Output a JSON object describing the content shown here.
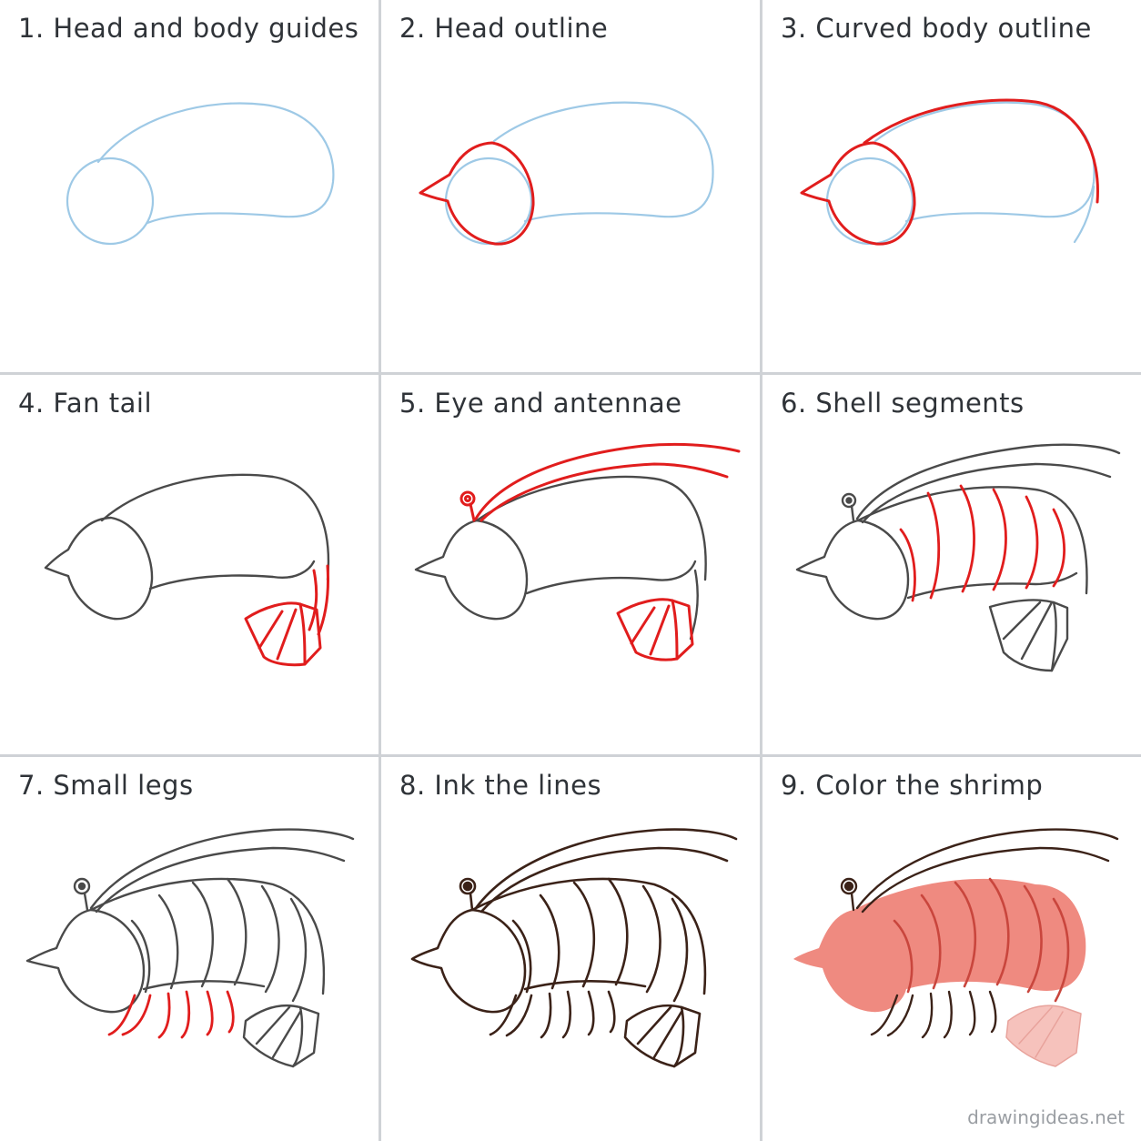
{
  "steps": [
    {
      "label": "1. Head and body guides"
    },
    {
      "label": "2. Head outline"
    },
    {
      "label": "3. Curved body outline"
    },
    {
      "label": "4. Fan tail"
    },
    {
      "label": "5. Eye and antennae"
    },
    {
      "label": "6. Shell segments"
    },
    {
      "label": "7. Small legs"
    },
    {
      "label": "8. Ink the lines"
    },
    {
      "label": "9. Color the shrimp"
    }
  ],
  "watermark": "drawingideas.net",
  "colors": {
    "guide": "#9ec9e6",
    "new_stroke": "#e11d1d",
    "pencil": "#4a4a4a",
    "ink": "#3b2218",
    "body_fill": "#ef8a80",
    "segment_line": "#c9463d",
    "tail_fill": "#f6c2bc"
  }
}
